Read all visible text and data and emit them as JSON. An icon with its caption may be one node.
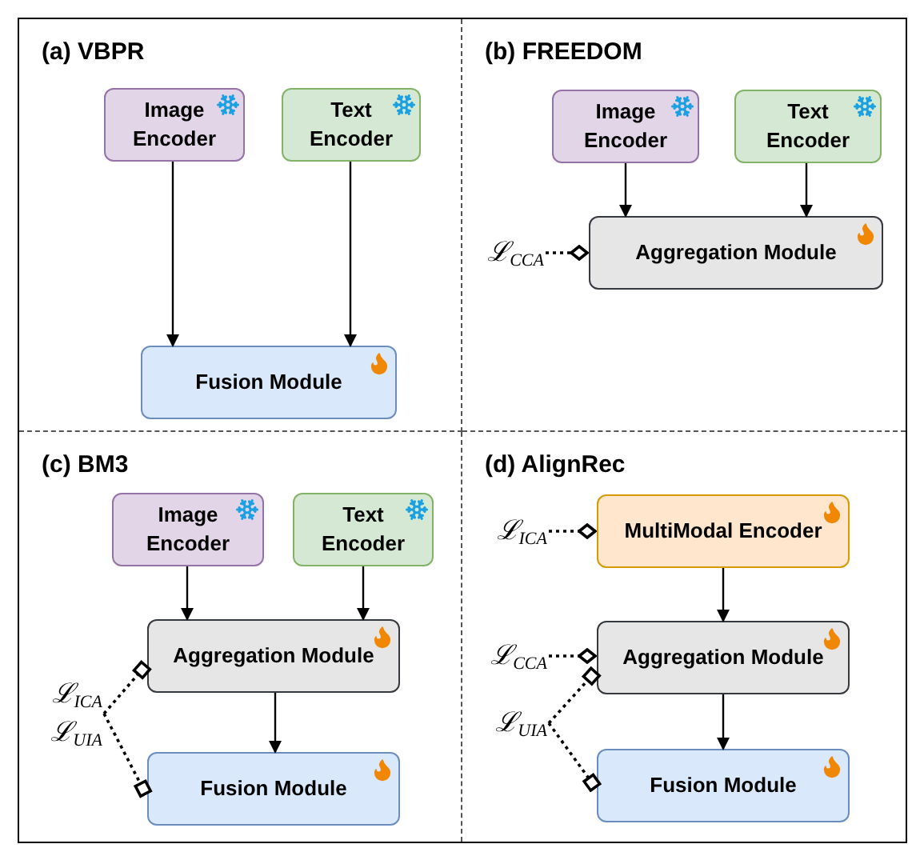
{
  "diagram": {
    "nodes": [
      {
        "text": [
          "(a) VBPR"
        ]
      },
      {
        "text": [
          "Image Encoder"
        ],
        "in": 0
      },
      {
        "text": [
          "Text Encoder"
        ],
        "in": 0
      },
      {
        "text": [
          "Fusion Module"
        ],
        "in": 0
      },
      {
        "text": [
          "(b) FREEDOM"
        ]
      },
      {
        "text": [
          "Image Encoder"
        ],
        "in": 4
      },
      {
        "text": [
          "Text Encoder"
        ],
        "in": 4
      },
      {
        "text": [
          "Aggregation Module"
        ],
        "in": 4
      },
      {
        "text": [
          "ℒ$_{CCA}$"
        ],
        "in": 4
      },
      {
        "text": [
          "(c) BM3"
        ]
      },
      {
        "text": [
          "Image Encoder"
        ],
        "in": 9
      },
      {
        "text": [
          "Text Encoder"
        ],
        "in": 9
      },
      {
        "text": [
          "Aggregation Module"
        ],
        "in": 9
      },
      {
        "text": [
          "Fusion Module"
        ],
        "in": 9
      },
      {
        "text": [
          "ℒ$_{ICA}$",
          "ℒ$_{UIA}$"
        ],
        "in": 9
      },
      {
        "text": [
          "(d) AlignRec"
        ]
      },
      {
        "text": [
          "MultiModal Encoder"
        ],
        "in": 15
      },
      {
        "text": [
          "Aggregation Module"
        ],
        "in": 15
      },
      {
        "text": [
          "Fusion Module"
        ],
        "in": 15
      },
      {
        "text": [
          "ℒ$_{ICA}$"
        ],
        "in": 15
      },
      {
        "text": [
          "ℒ$_{CCA}$"
        ],
        "in": 15
      },
      {
        "text": [
          "ℒ$_{UIA}$"
        ],
        "in": 15
      }
    ],
    "edges": [
      {
        "from": 1,
        "to": 3,
        "arrow": "to"
      },
      {
        "from": 2,
        "to": 3,
        "arrow": "to"
      },
      {
        "from": 5,
        "to": 7,
        "arrow": "to"
      },
      {
        "from": 6,
        "to": 7,
        "arrow": "to"
      },
      {
        "from": 8,
        "to": 7,
        "arrow": "other",
        "style": "dashed"
      },
      {
        "from": 10,
        "to": 12,
        "arrow": "to"
      },
      {
        "from": 11,
        "to": 12,
        "arrow": "to"
      },
      {
        "from": 12,
        "to": 13,
        "arrow": "to"
      },
      {
        "from": 14,
        "to": 12,
        "arrow": "other",
        "style": "dashed"
      },
      {
        "from": 14,
        "to": 13,
        "arrow": "other",
        "style": "dashed"
      },
      {
        "from": 16,
        "to": 17,
        "arrow": "to"
      },
      {
        "from": 17,
        "to": 18,
        "arrow": "to"
      },
      {
        "from": 19,
        "to": 16,
        "arrow": "other",
        "style": "dashed"
      },
      {
        "from": 20,
        "to": 17,
        "arrow": "other",
        "style": "dashed"
      },
      {
        "from": 21,
        "to": 17,
        "arrow": "other",
        "style": "dashed"
      },
      {
        "from": 21,
        "to": 18,
        "arrow": "other",
        "style": "dashed"
      }
    ]
  }
}
